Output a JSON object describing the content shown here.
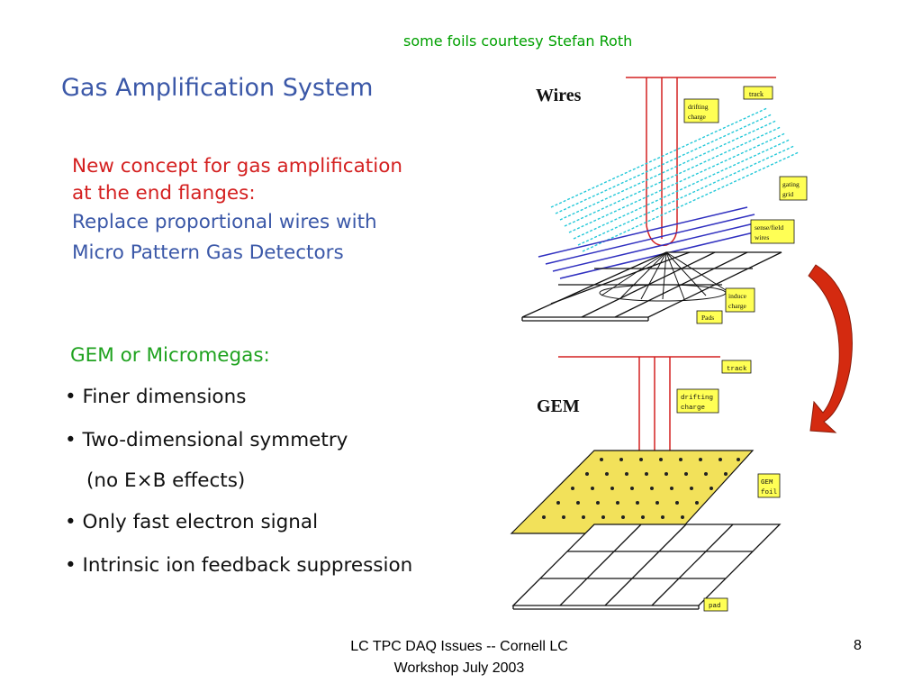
{
  "credit": "some foils courtesy Stefan Roth",
  "title": "Gas Amplification System",
  "concept": {
    "red_line1": "New concept for gas amplification",
    "red_line2": "at the end flanges:",
    "blue_line1": "Replace proportional wires with",
    "blue_line2": "Micro Pattern Gas Detectors"
  },
  "gem_heading": "GEM or Micromegas:",
  "bullets": [
    "Finer dimensions",
    "Two-dimensional symmetry",
    "(no E×B effects)",
    "Only fast electron signal",
    "Intrinsic ion feedback suppression"
  ],
  "bullet_char": "•",
  "diagram": {
    "wires_title": "Wires",
    "gem_title": "GEM",
    "labels": {
      "track1": "track",
      "drifting_charge1_a": "drifting",
      "drifting_charge1_b": "charge",
      "gating_grid_a": "gating",
      "gating_grid_b": "grid",
      "sense_field_a": "sense/field",
      "sense_field_b": "wires",
      "induced_charge_a": "induce",
      "induced_charge_b": "charge",
      "pads1": "Pads",
      "track2": "track",
      "drifting_charge2_a": "drifting",
      "drifting_charge2_b": "charge",
      "gem_foil_a": "GEM",
      "gem_foil_b": "foil",
      "pad2": "pad"
    },
    "colors": {
      "track": "#d42020",
      "gating_wires": "#22c8d8",
      "sense_wires": "#3030c0",
      "label_fill": "#ffff55",
      "foil_fill": "#f2e15a",
      "arrow": "#d42a10"
    }
  },
  "footer": {
    "line1": "LC TPC DAQ Issues -- Cornell LC",
    "line2": "Workshop July 2003"
  },
  "page_number": "8"
}
